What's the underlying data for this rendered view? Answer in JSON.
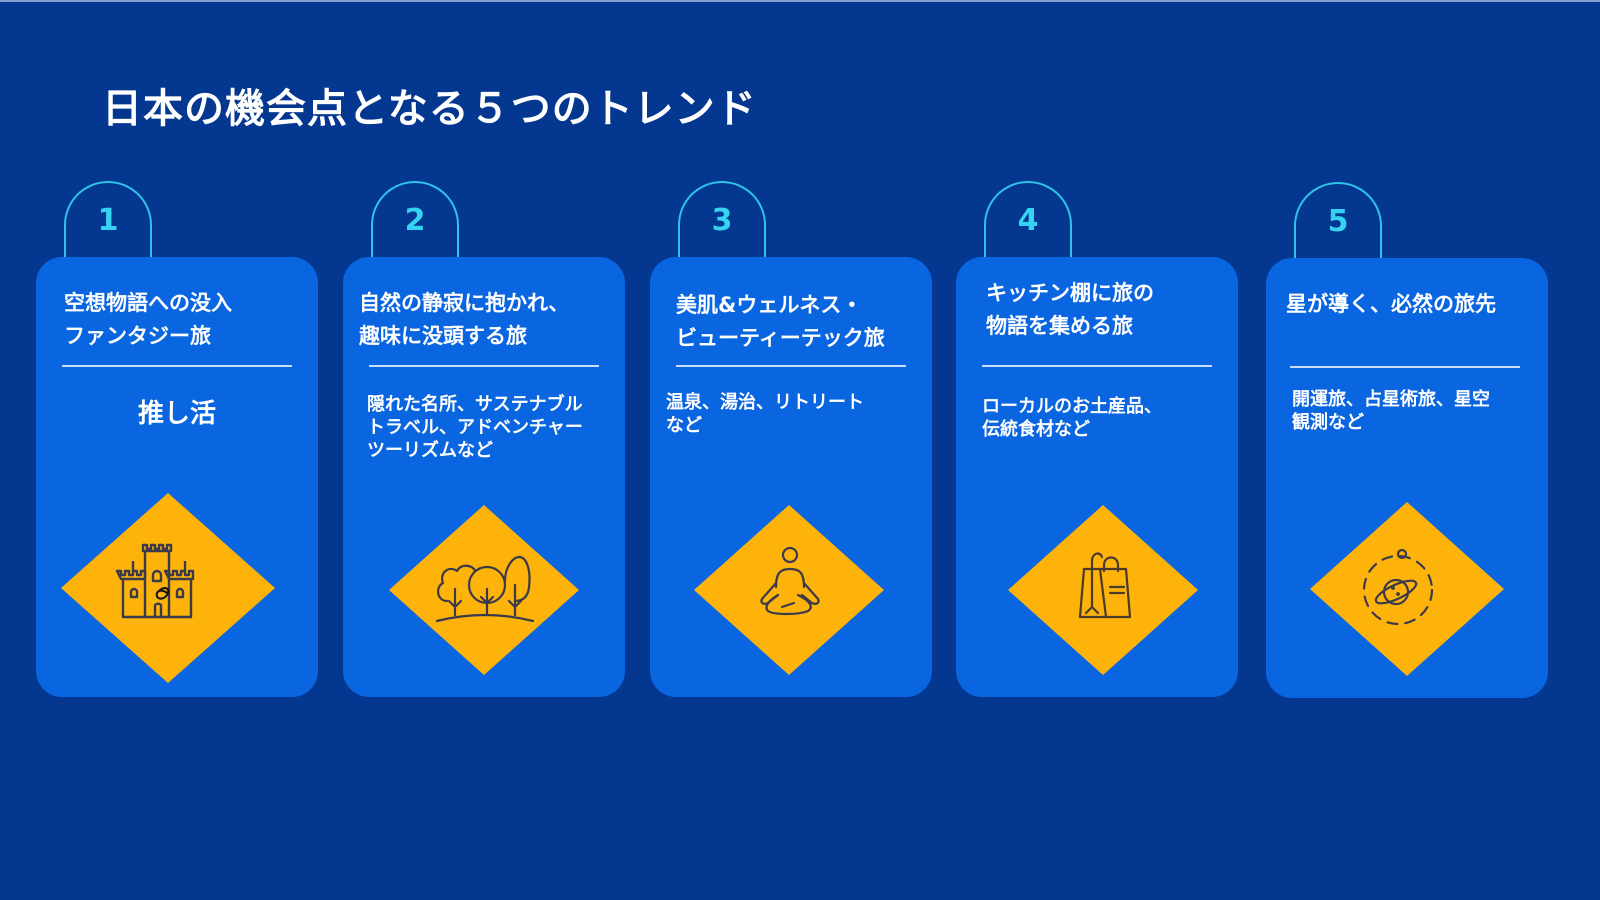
{
  "slide": {
    "title": "日本の機会点となる５つのトレンド"
  },
  "colors": {
    "background": "#04378f",
    "card": "#0a66e0",
    "tab_border": "#2fc3ea",
    "tab_number": "#35d2f2",
    "diamond": "#feb30a",
    "icon_stroke": "#3a3a4a"
  },
  "trends": [
    {
      "number": "1",
      "title": "空想物語への没入\nファンタジー旅",
      "tag": "推し活",
      "description": "",
      "icon": "castle-icon"
    },
    {
      "number": "2",
      "title": "自然の静寂に抱かれ、\n趣味に没頭する旅",
      "tag": "",
      "description": "隠れた名所、サステナブル\nトラベル、アドベンチャー\nツーリズムなど",
      "icon": "trees-icon"
    },
    {
      "number": "3",
      "title": "美肌&ウェルネス・\nビューティーテック旅",
      "tag": "",
      "description": "温泉、湯治、リトリート\nなど",
      "icon": "meditation-icon"
    },
    {
      "number": "4",
      "title": "キッチン棚に旅の\n物語を集める旅",
      "tag": "",
      "description": "ローカルのお土産品、\n伝統食材など",
      "icon": "shopping-bag-icon"
    },
    {
      "number": "5",
      "title": "星が導く、必然の旅先",
      "tag": "",
      "description": "開運旅、占星術旅、星空\n観測など",
      "icon": "planet-orbit-icon"
    }
  ]
}
